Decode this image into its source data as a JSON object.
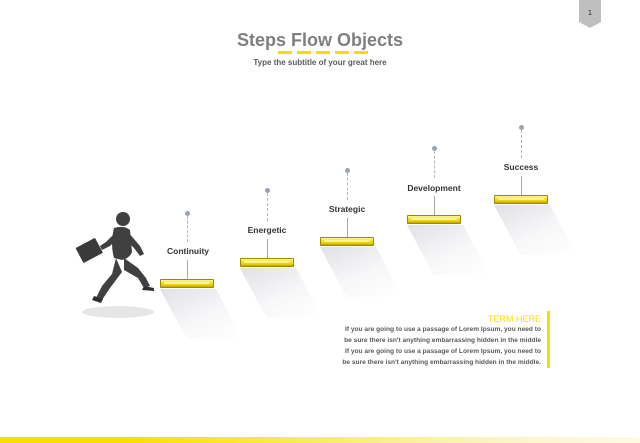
{
  "page_number": "1",
  "header": {
    "title": "Steps Flow Objects",
    "subtitle": "Type the subtitle of your great here"
  },
  "steps": [
    {
      "label": "Continuity"
    },
    {
      "label": "Energetic"
    },
    {
      "label": "Strategic"
    },
    {
      "label": "Development"
    },
    {
      "label": "Success"
    }
  ],
  "term": {
    "title": "TERM HERE",
    "lines": [
      "If you are going to use a passage of Lorem Ipsum, you need to",
      "be sure there isn't anything embarrassing hidden in the middle",
      "If you are going to use a passage of Lorem Ipsum, you need to",
      "be sure there isn't anything embarrassing hidden in the middle."
    ]
  },
  "icons": {
    "runner": "businessman-running-icon",
    "badge": "page-number-badge"
  },
  "colors": {
    "accent": "#f2df00",
    "title": "#7f7f7f",
    "text": "#595959"
  }
}
